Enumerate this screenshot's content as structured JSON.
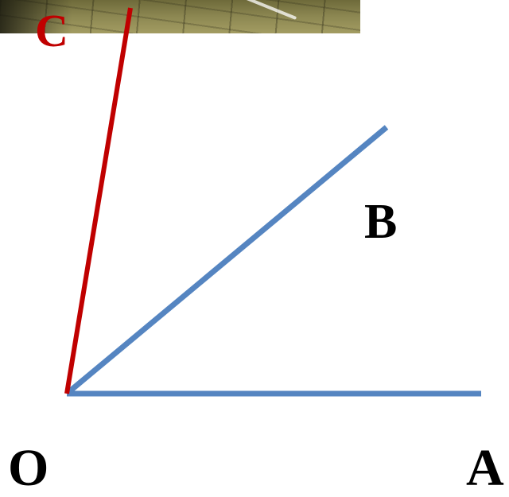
{
  "colors": {
    "ray_blue": "#5585c1",
    "ray_red": "#c00000",
    "label_black": "#000000",
    "label_red": "#c00000"
  },
  "labels": {
    "c": "C",
    "b": "B",
    "o": "O",
    "a": "A"
  }
}
